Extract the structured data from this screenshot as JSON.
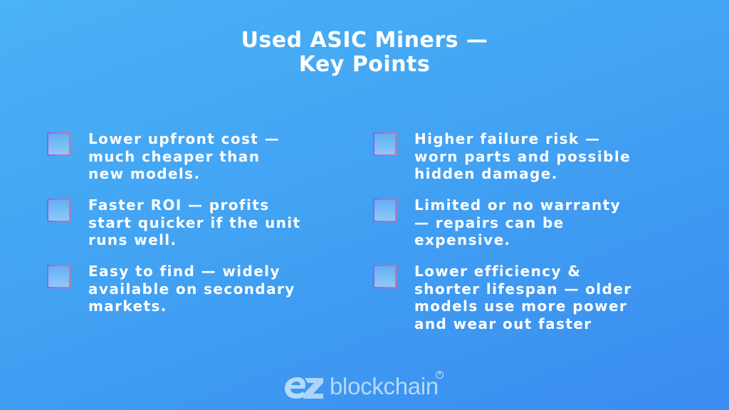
{
  "title": {
    "line1": "Used ASIC Miners —",
    "line2": "Key Points"
  },
  "pros": [
    {
      "text": "Lower upfront cost —\nmuch cheaper than\nnew models.",
      "checked": false
    },
    {
      "text": "Faster ROI — profits\nstart quicker if the unit\nruns well.",
      "checked": false
    },
    {
      "text": "Easy to find — widely\navailable on secondary\nmarkets.",
      "checked": false
    }
  ],
  "cons": [
    {
      "text": "Higher failure risk —\nworn parts and possible\nhidden damage.",
      "checked": false
    },
    {
      "text": "Limited or no warranty\n— repairs can be\nexpensive.",
      "checked": false
    },
    {
      "text": "Lower efficiency &\nshorter lifespan — older\nmodels use more power\nand wear out faster",
      "checked": false
    }
  ],
  "logo": {
    "brand": "blockchain",
    "registered": "R",
    "mark_icon": "ez-logo-icon"
  },
  "colors": {
    "background_top": "#4ab2f6",
    "background_bottom": "#3a8cef",
    "checkbox_border_left": "#8a63e6",
    "checkbox_border_right": "#f2638c",
    "checkbox_fill": "#7bbcf7",
    "text": "#ffffff",
    "logo": "#b4dafc"
  }
}
